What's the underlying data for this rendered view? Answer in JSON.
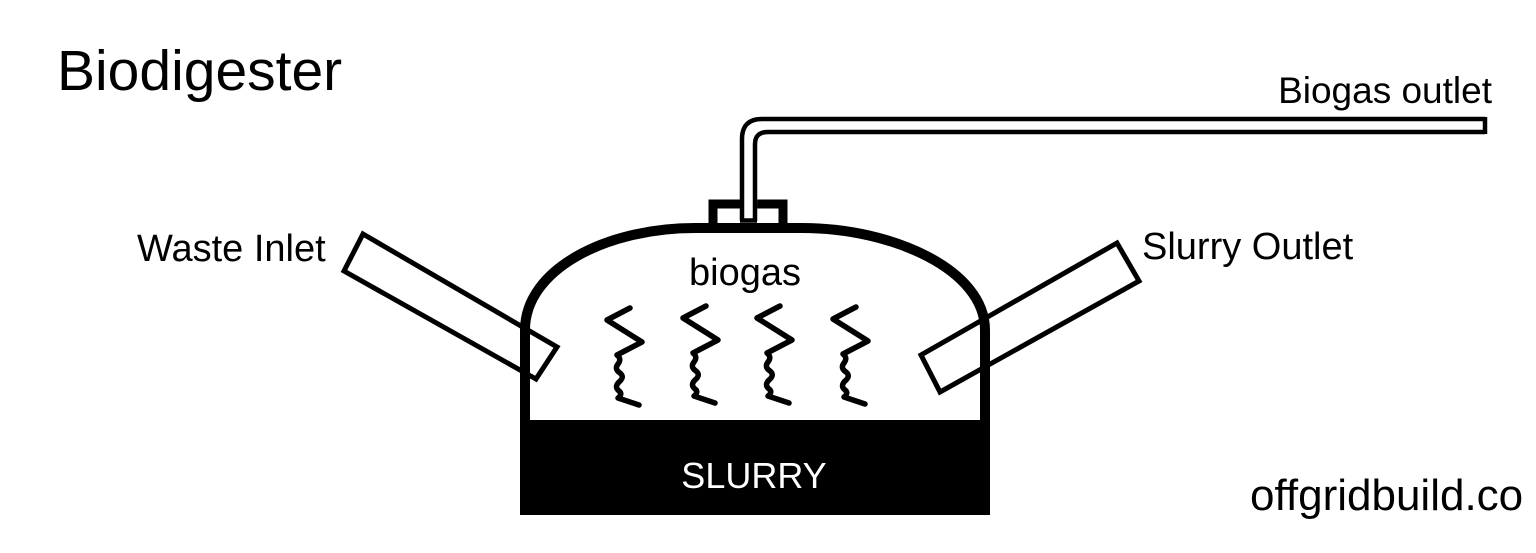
{
  "title": "Biodigester",
  "watermark": "offgridbuild.co",
  "diagram": {
    "labels": {
      "biogas_outlet": "Biogas outlet",
      "waste_inlet": "Waste Inlet",
      "slurry_outlet": "Slurry Outlet",
      "gas_region": "biogas",
      "slurry_region": "SLURRY"
    }
  },
  "colors": {
    "ink": "#000000",
    "paper": "#ffffff",
    "slurry_fill": "#000000",
    "slurry_text": "#ffffff"
  }
}
